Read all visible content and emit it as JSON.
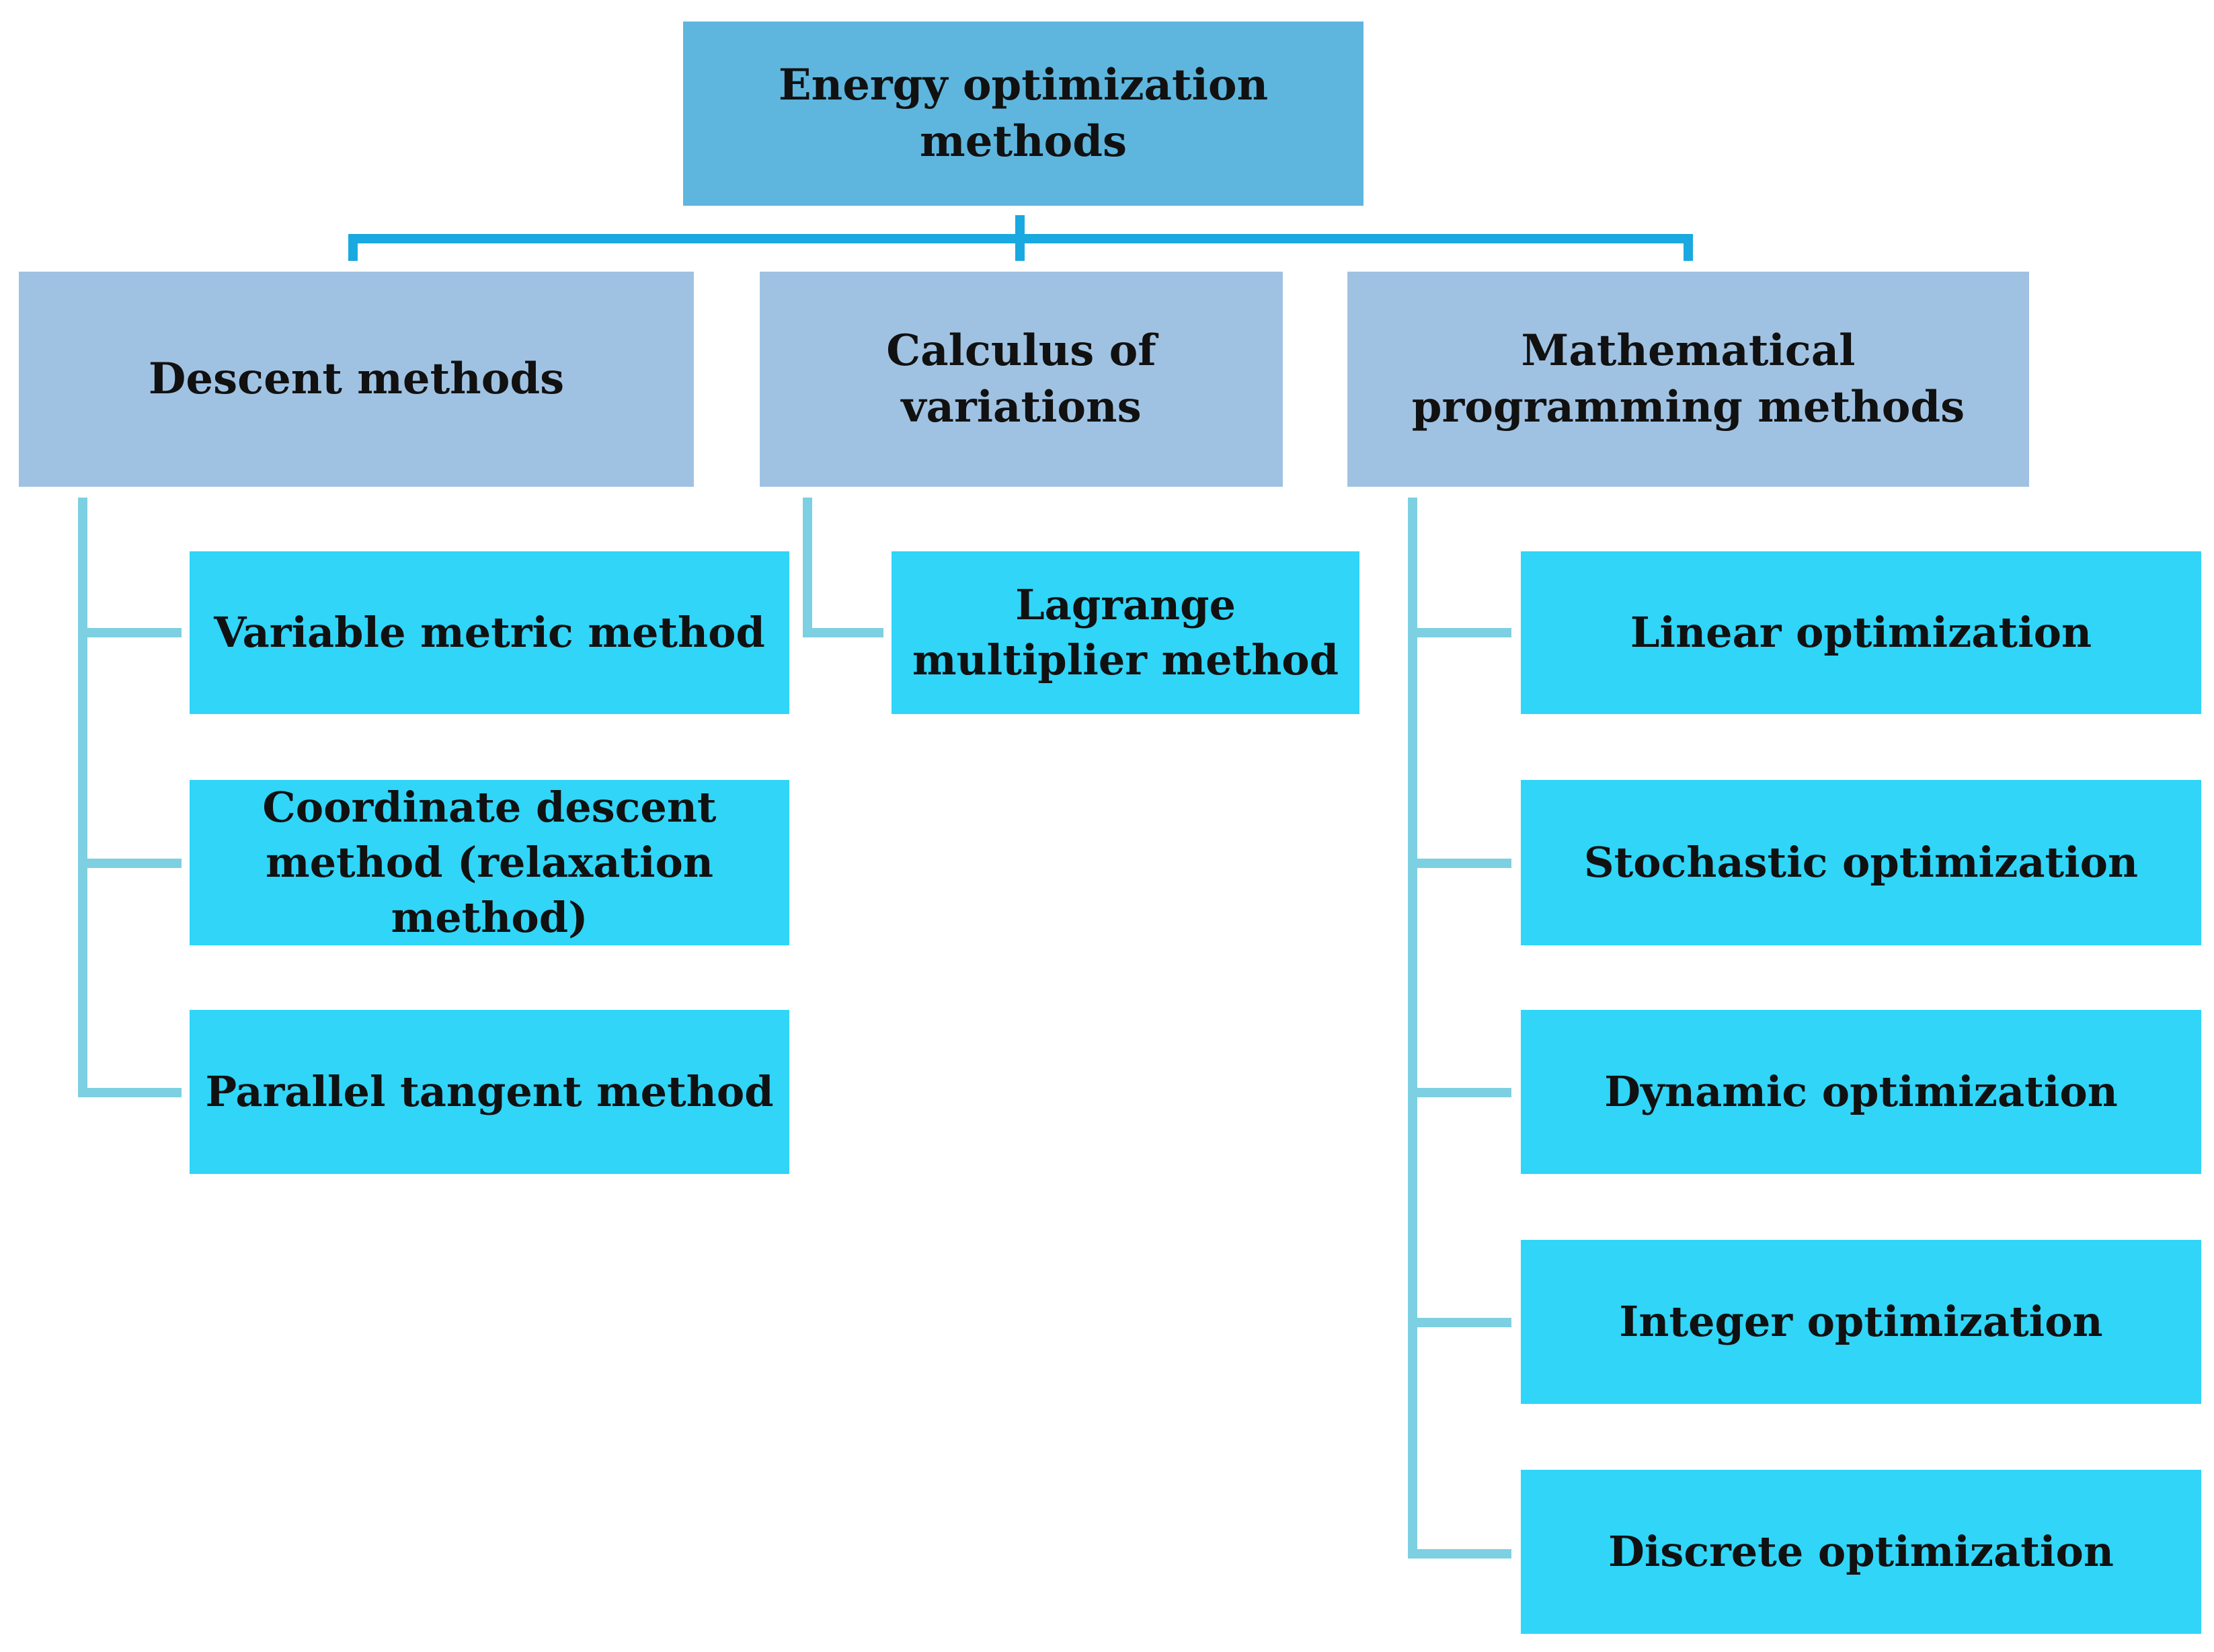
{
  "root": {
    "label": "Energy optimization methods"
  },
  "categories": [
    {
      "label": "Descent methods",
      "children": [
        "Variable metric method",
        "Coordinate descent method (relaxation method)",
        "Parallel tangent method"
      ]
    },
    {
      "label": "Calculus of variations",
      "children": [
        "Lagrange multiplier method"
      ]
    },
    {
      "label": "Mathematical programming methods",
      "children": [
        "Linear optimization",
        "Stochastic optimization",
        "Dynamic optimization",
        "Integer optimization",
        "Discrete optimization"
      ]
    }
  ],
  "colors": {
    "root_fill": "#5eb6de",
    "category_fill": "#a0c2e2",
    "leaf_fill": "#30d5f8",
    "top_connector": "#19a9e0",
    "branch_connector": "#7dd0e2"
  }
}
